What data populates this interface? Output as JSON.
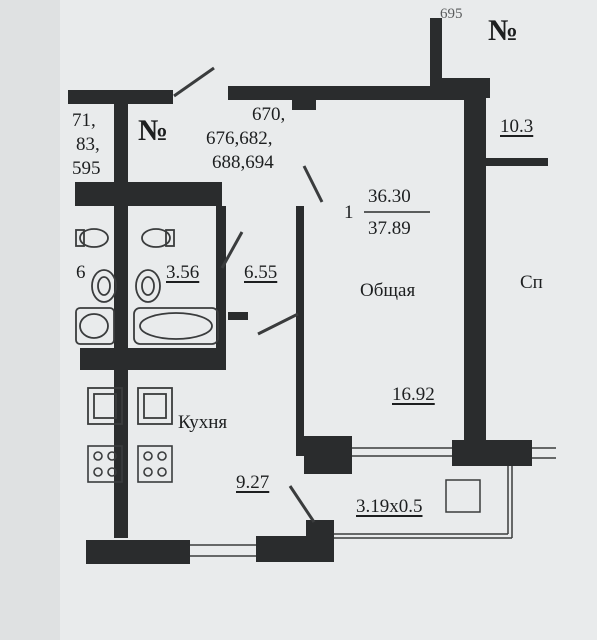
{
  "plan": {
    "apartment_number_label": "№",
    "apartment_number_label_right": "№",
    "apartment_numbers": [
      "670,",
      "676,682,",
      "688,694"
    ],
    "left_neighbor_numbers": [
      "71,",
      "83,",
      "595"
    ],
    "right_neighbor_number_fragment": "695",
    "room_count": "1",
    "living_area": "36.30",
    "total_area": "37.89",
    "rooms": {
      "common_room_label": "Общая",
      "common_room_area": "16.92",
      "kitchen_label": "Кухня",
      "kitchen_area": "9.27",
      "bathroom_area": "3.56",
      "bathroom_area_left_fragment": "6",
      "hall_area": "6.55",
      "balcony_size": "3.19x0.5",
      "right_room_area_fragment": "10.3",
      "right_room_label_fragment": "Сп"
    }
  },
  "colors": {
    "background": "#e9ebec",
    "wall": "#2a2c2d",
    "line": "#3a3c3d",
    "ink": "#1d1f20"
  }
}
